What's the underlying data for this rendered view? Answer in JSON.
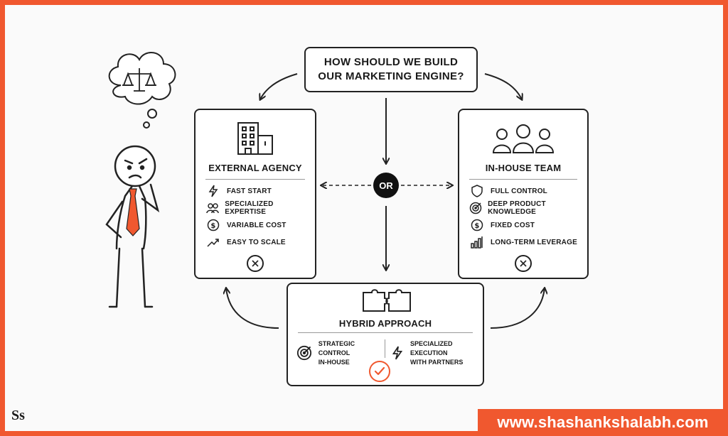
{
  "question": {
    "line1": "HOW SHOULD WE BUILD",
    "line2": "OUR MARKETING ENGINE?"
  },
  "or_label": "OR",
  "external": {
    "title": "EXTERNAL AGENCY",
    "items": [
      {
        "icon": "lightning-icon",
        "label": "FAST START"
      },
      {
        "icon": "people-icon",
        "label": "SPECIALIZED EXPERTISE"
      },
      {
        "icon": "dollar-icon",
        "label": "VARIABLE COST"
      },
      {
        "icon": "trend-up-icon",
        "label": "EASY TO SCALE"
      }
    ],
    "status": "rejected"
  },
  "inhouse": {
    "title": "IN-HOUSE TEAM",
    "items": [
      {
        "icon": "shield-icon",
        "label": "FULL CONTROL"
      },
      {
        "icon": "target-icon",
        "label": "DEEP PRODUCT KNOWLEDGE"
      },
      {
        "icon": "dollar-icon",
        "label": "FIXED COST"
      },
      {
        "icon": "bar-chart-icon",
        "label": "LONG-TERM LEVERAGE"
      }
    ],
    "status": "rejected"
  },
  "hybrid": {
    "title": "HYBRID APPROACH",
    "left": {
      "icon": "target-icon",
      "line1": "STRATEGIC CONTROL",
      "line2": "IN-HOUSE"
    },
    "right": {
      "icon": "lightning-icon",
      "line1": "SPECIALIZED EXECUTION",
      "line2": "WITH PARTNERS"
    },
    "status": "selected"
  },
  "footer": {
    "logo": "Ss",
    "url": "www.shashankshalabh.com"
  },
  "colors": {
    "accent": "#f0582f",
    "ink": "#1a1a1a",
    "background": "#fafafa"
  }
}
